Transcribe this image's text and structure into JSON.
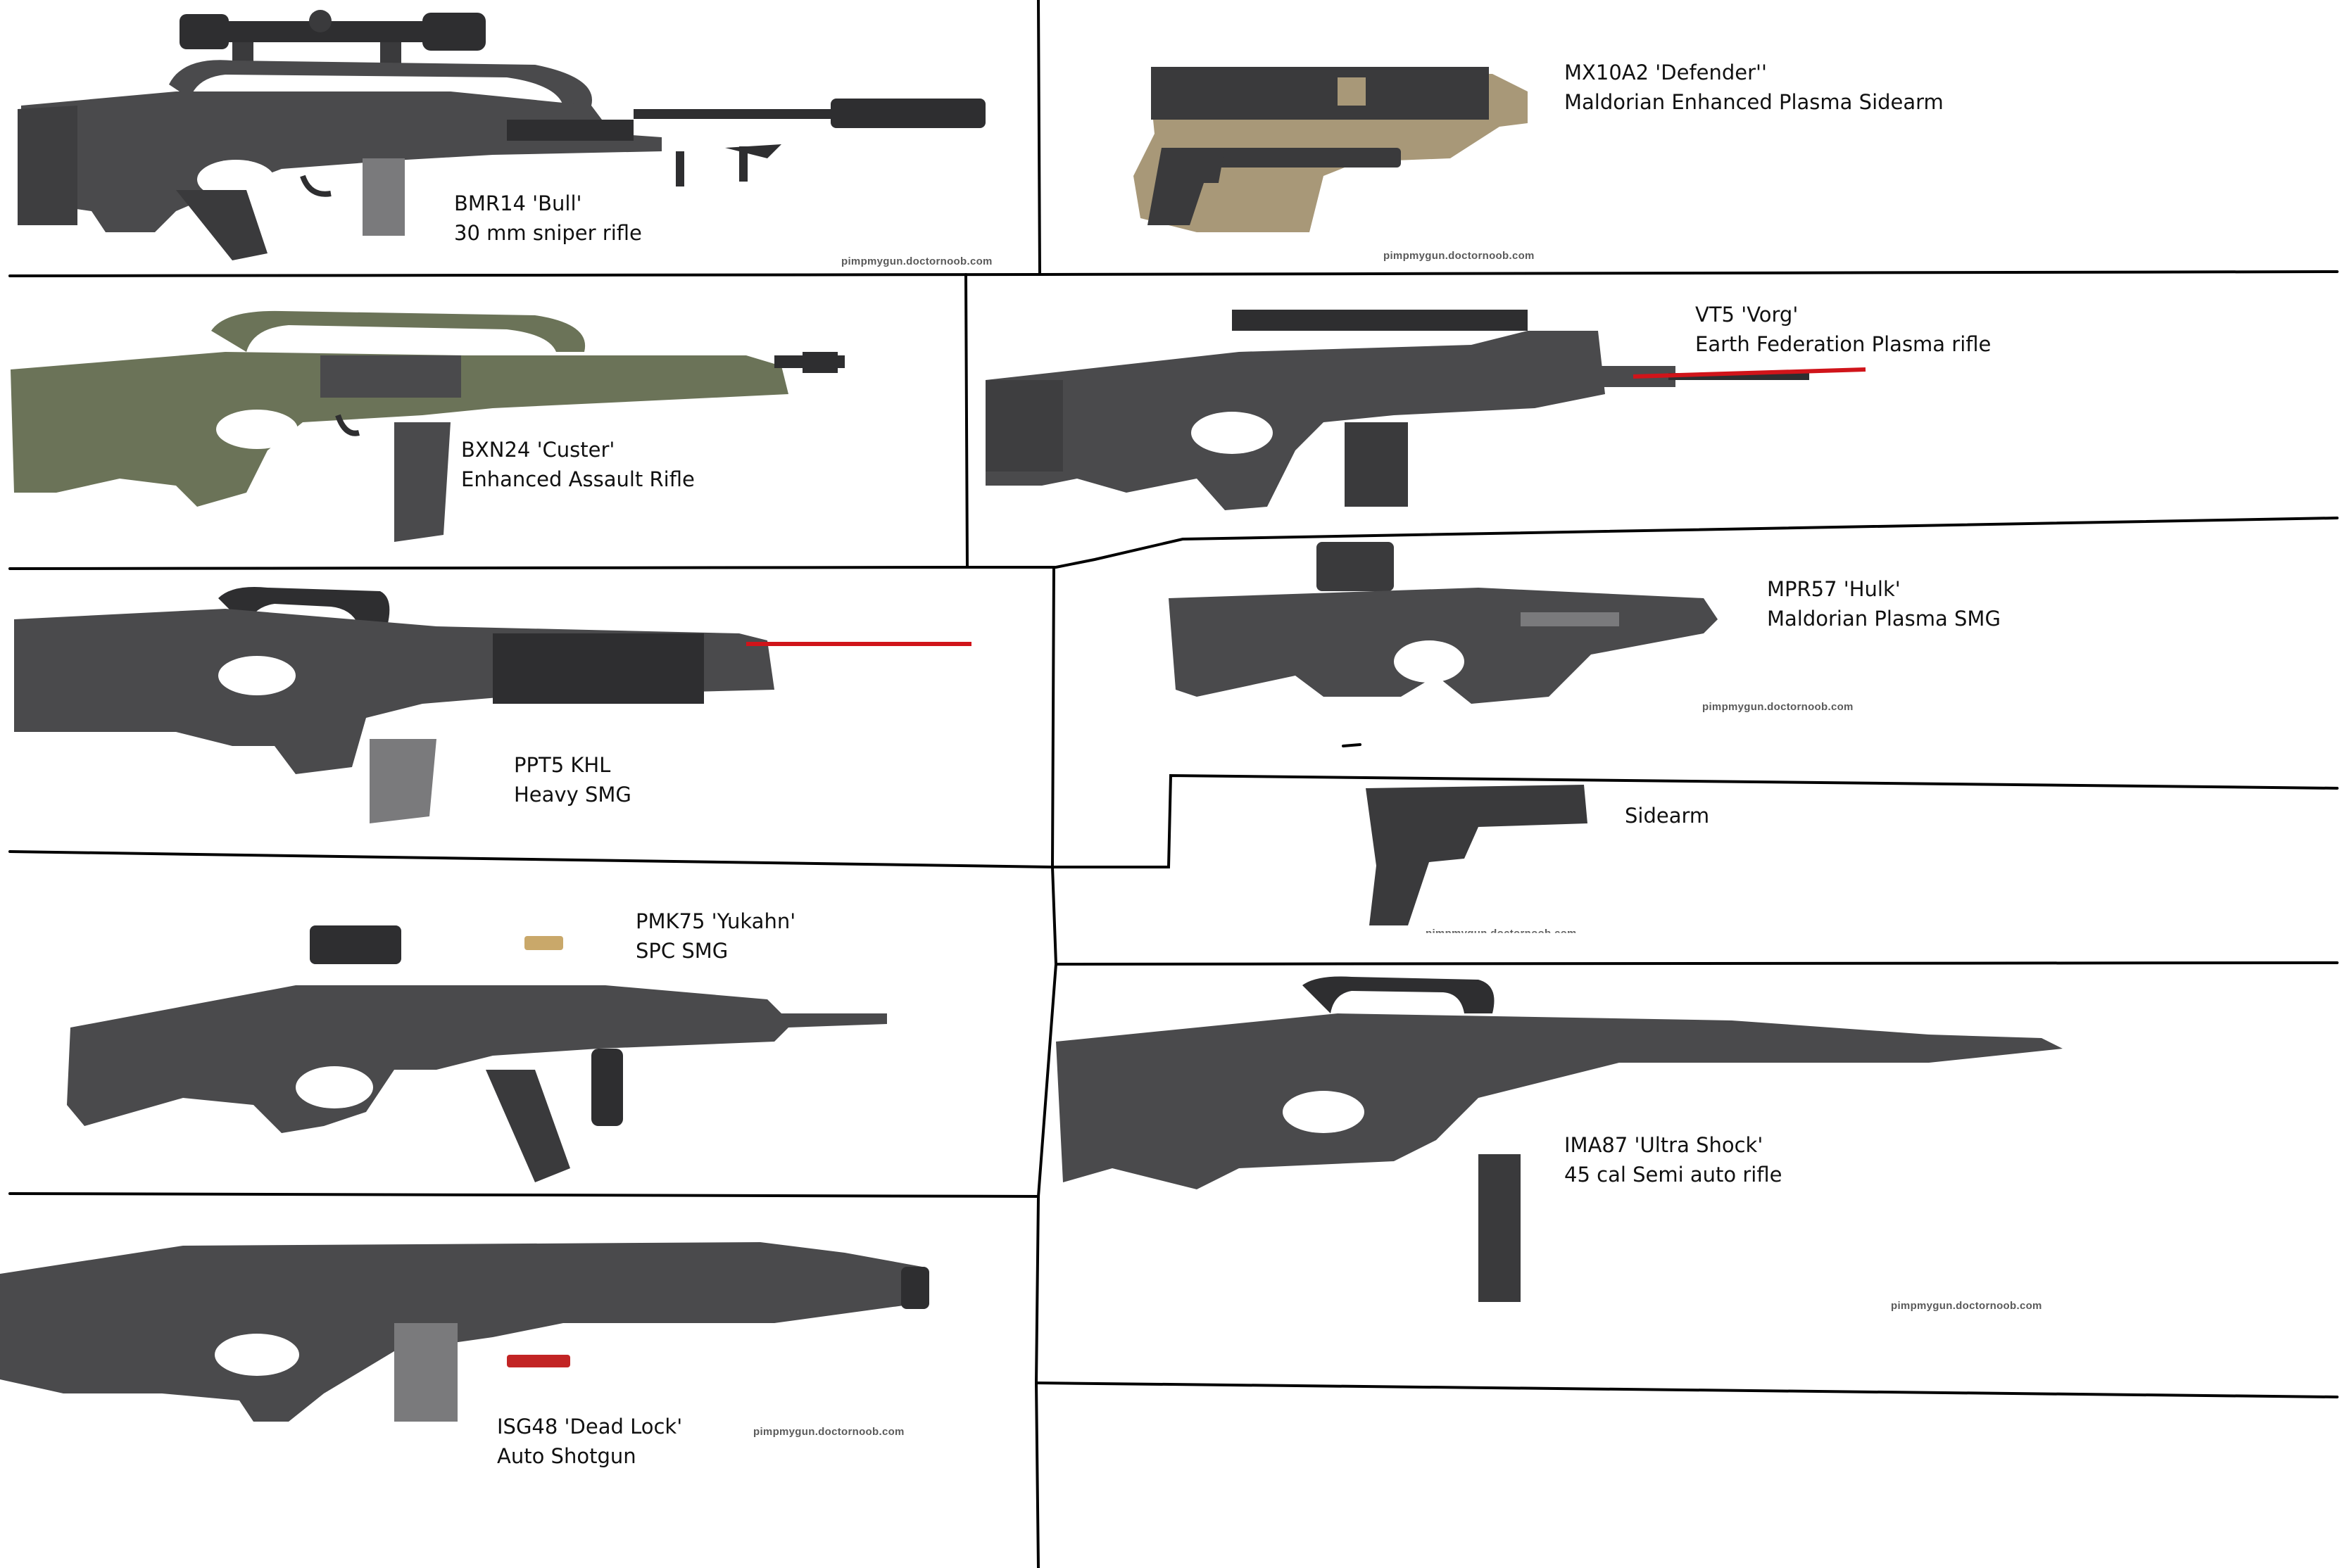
{
  "colors": {
    "background": "#ffffff",
    "divider": "#000000",
    "gun_dark": "#4a4a4c",
    "gun_darker": "#2e2e30",
    "gun_olive": "#6b7358",
    "gun_tan": "#a89878",
    "laser": "#d0141a",
    "text": "#111111",
    "watermark": "#5a5a5a"
  },
  "weapons": [
    {
      "id": "bmr14",
      "name": "BMR14 'Bull'",
      "description": "30 mm sniper rifle",
      "icon": "sniper-rifle-illustration"
    },
    {
      "id": "mx10a2",
      "name": "MX10A2 'Defender''",
      "description": "Maldorian Enhanced Plasma Sidearm",
      "icon": "plasma-sidearm-illustration"
    },
    {
      "id": "bxn24",
      "name": "BXN24 'Custer'",
      "description": "Enhanced Assault Rifle",
      "icon": "assault-rifle-illustration"
    },
    {
      "id": "vt5",
      "name": "VT5 'Vorg'",
      "description": "Earth Federation Plasma rifle",
      "icon": "plasma-rifle-illustration"
    },
    {
      "id": "mpr57",
      "name": "MPR57 'Hulk'",
      "description": "Maldorian Plasma SMG",
      "icon": "plasma-smg-illustration"
    },
    {
      "id": "ppt5",
      "name": "PPT5 KHL",
      "description": "Heavy SMG",
      "icon": "heavy-smg-illustration"
    },
    {
      "id": "sidearm",
      "name": "Sidearm",
      "description": "",
      "icon": "pistol-illustration"
    },
    {
      "id": "pmk75",
      "name": "PMK75 'Yukahn'",
      "description": "SPC SMG",
      "icon": "smg-illustration"
    },
    {
      "id": "ima87",
      "name": "IMA87 'Ultra Shock'",
      "description": "45 cal Semi auto rifle",
      "icon": "semi-auto-rifle-illustration"
    },
    {
      "id": "isg48",
      "name": "ISG48 'Dead Lock'",
      "description": "Auto Shotgun",
      "icon": "auto-shotgun-illustration"
    }
  ],
  "watermarks": {
    "bmr14": "pimpmygun.doctornoob.com",
    "mx10a2": "pimpmygun.doctornoob.com",
    "mpr57": "pimpmygun.doctornoob.com",
    "sidearm": "pimpmygun.doctornoob.com",
    "ima87": "pimpmygun.doctornoob.com",
    "isg48": "pimpmygun.doctornoob.com"
  }
}
